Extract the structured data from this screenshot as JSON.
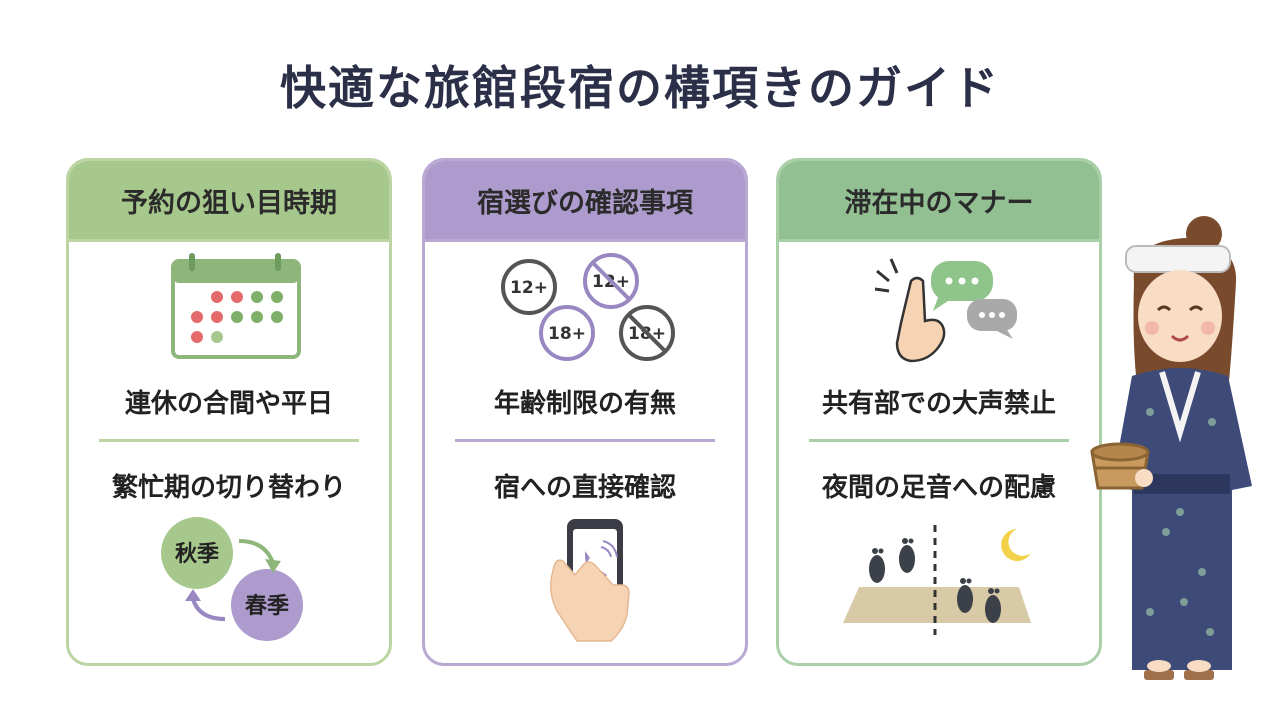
{
  "title": "快適な旅館段宿の構項きのガイド",
  "colors": {
    "green_header": "#a7c88c",
    "purple_header": "#ad9bcd",
    "mint_header": "#93c092",
    "title_text": "#2b3048"
  },
  "cards": [
    {
      "header": "予約の狙い目時期",
      "item1": "連休の合間や平日",
      "item2": "繁忙期の切り替わり",
      "icon_top": "calendar-icon",
      "icon_bottom": "season-cycle-icon",
      "season_a": "秋季",
      "season_b": "春季"
    },
    {
      "header": "宿選びの確認事項",
      "item1": "年齢制限の有無",
      "item2": "宿への直接確認",
      "icon_top": "age-limit-badges-icon",
      "icon_bottom": "phone-call-icon",
      "badges": [
        "12+",
        "12+",
        "18+",
        "18+"
      ]
    },
    {
      "header": "滞在中のマナー",
      "item1": "共有部での大声禁止",
      "item2": "夜間の足音への配慮",
      "icon_top": "quiet-gesture-icon",
      "icon_bottom": "footsteps-night-icon"
    }
  ]
}
